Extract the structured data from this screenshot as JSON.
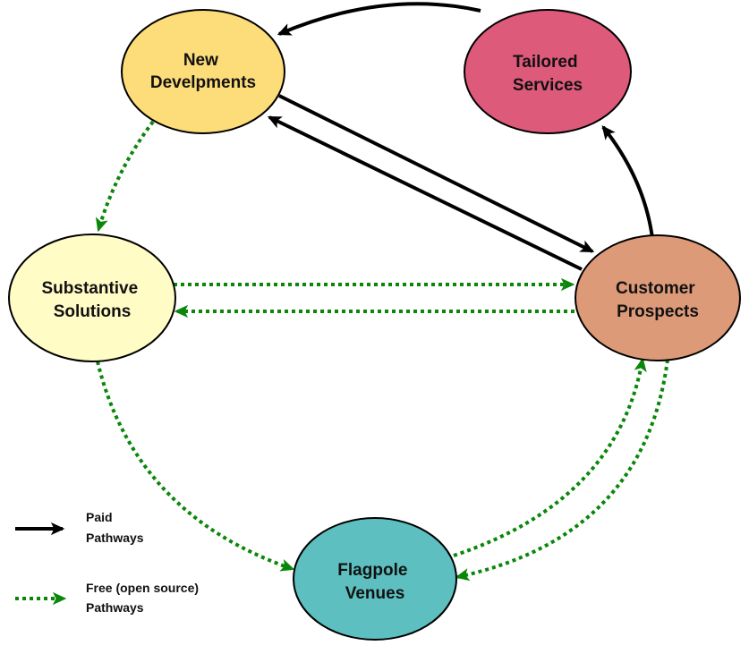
{
  "diagram": {
    "nodes": [
      {
        "id": "new",
        "lines": [
          "New",
          "Develpments"
        ],
        "color": "#fddc7a"
      },
      {
        "id": "tailored",
        "lines": [
          "Tailored",
          "Services"
        ],
        "color": "#de5a7b"
      },
      {
        "id": "substantive",
        "lines": [
          "Substantive",
          "Solutions"
        ],
        "color": "#fffcc6"
      },
      {
        "id": "customer",
        "lines": [
          "Customer",
          "Prospects"
        ],
        "color": "#dd9a79"
      },
      {
        "id": "flagpole",
        "lines": [
          "Flagpole",
          "Venues"
        ],
        "color": "#5dbfbf"
      }
    ],
    "edges": [
      {
        "from": "tailored",
        "to": "new",
        "type": "paid"
      },
      {
        "from": "new",
        "to": "customer",
        "type": "paid"
      },
      {
        "from": "customer",
        "to": "new",
        "type": "paid"
      },
      {
        "from": "customer",
        "to": "tailored",
        "type": "paid"
      },
      {
        "from": "new",
        "to": "substantive",
        "type": "free"
      },
      {
        "from": "substantive",
        "to": "customer",
        "type": "free"
      },
      {
        "from": "customer",
        "to": "substantive",
        "type": "free"
      },
      {
        "from": "substantive",
        "to": "flagpole",
        "type": "free"
      },
      {
        "from": "flagpole",
        "to": "customer",
        "type": "free"
      },
      {
        "from": "customer",
        "to": "flagpole",
        "type": "free"
      }
    ],
    "colors": {
      "paid": "#000000",
      "free": "#0a860a"
    }
  },
  "legend": {
    "paid": {
      "line1": "Paid",
      "line2": "Pathways"
    },
    "free": {
      "line1": "Free (open source)",
      "line2": "Pathways"
    }
  }
}
